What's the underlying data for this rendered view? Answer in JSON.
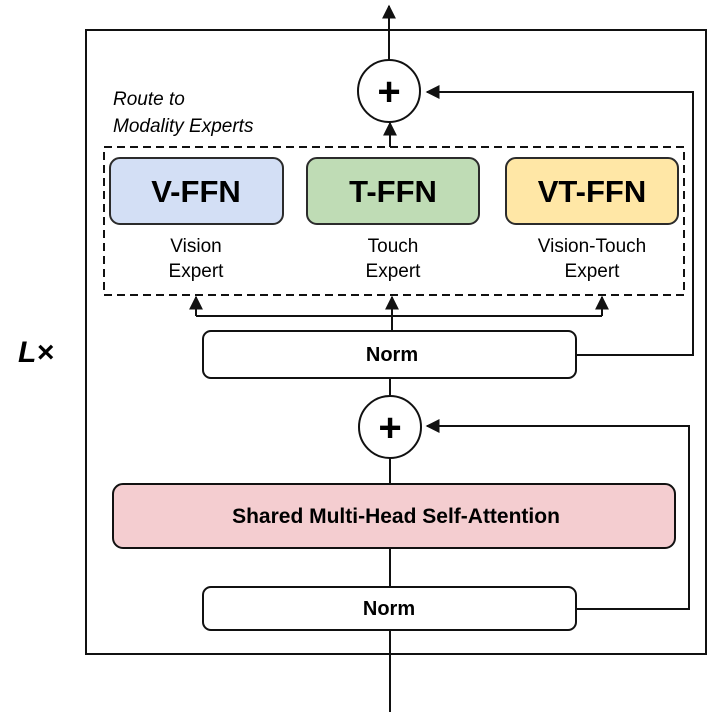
{
  "repeat_label": "L×",
  "route_label": [
    "Route to",
    "Modality Experts"
  ],
  "experts": [
    {
      "name": "V-FFN",
      "caption": [
        "Vision",
        "Expert"
      ],
      "fill": "#d3dff5",
      "stroke": "#2b2b2b"
    },
    {
      "name": "T-FFN",
      "caption": [
        "Touch",
        "Expert"
      ],
      "fill": "#bfdcb5",
      "stroke": "#2b2b2b"
    },
    {
      "name": "VT-FFN",
      "caption": [
        "Vision-Touch",
        "Expert"
      ],
      "fill": "#ffe7a6",
      "stroke": "#2b2b2b"
    }
  ],
  "norm_top": "Norm",
  "norm_bottom": "Norm",
  "attention": {
    "label": "Shared Multi-Head Self-Attention",
    "fill": "#f4cdd0"
  },
  "plus_symbol": "+"
}
